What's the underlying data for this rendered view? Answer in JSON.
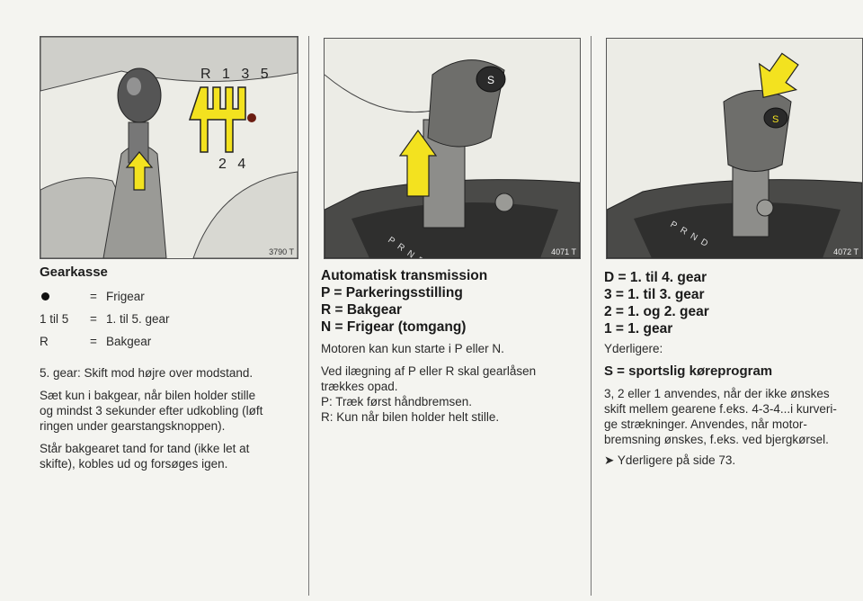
{
  "figures": {
    "fig1": {
      "gate_top": "R 1 3 5",
      "gate_bottom": "2 4",
      "code": "3790 T"
    },
    "fig2": {
      "gear_letters": "PRND",
      "selector_badge": "S",
      "code": "4071 T"
    },
    "fig3": {
      "gear_letters": "PRND",
      "selector_badge": "S",
      "code": "4072 T"
    }
  },
  "col1": {
    "title": "Gearkasse",
    "legend": [
      {
        "key": "",
        "eq": "=",
        "val": "Frigear"
      },
      {
        "key": "1 til 5",
        "eq": "=",
        "val": "1. til 5. gear"
      },
      {
        "key": "R",
        "eq": "=",
        "val": "Bakgear"
      }
    ],
    "p1": "5. gear: Skift mod højre over modstand.",
    "p2_l1": "Sæt kun i bakgear, når bilen holder stille",
    "p2_l2": "og mindst 3 sekunder efter udkobling (løft",
    "p2_l3": "ringen under gearstangsknoppen).",
    "p3_l1": "Står bakgearet tand for tand (ikke let at",
    "p3_l2": "skifte), kobles ud og forsøges igen."
  },
  "col2": {
    "title": "Automatisk transmission",
    "l1": "P  =  Parkeringsstilling",
    "l2": "R  =  Bakgear",
    "l3": "N  =  Frigear (tomgang)",
    "p1": "Motoren kan kun starte i P eller N.",
    "p2_l1": "Ved ilægning af P eller R skal gearlåsen",
    "p2_l2": "trækkes opad.",
    "p2_l3": "P:  Træk først håndbremsen.",
    "p2_l4": "R:  Kun når bilen holder helt stille."
  },
  "col3": {
    "l1": "D = 1. til 4. gear",
    "l2": "3 = 1. til 3. gear",
    "l3": "2 = 1. og 2. gear",
    "l4": "1 = 1. gear",
    "more": "Yderligere:",
    "s_title": "S = sportslig køreprogram",
    "p_l1": "3, 2 eller 1 anvendes, når der ikke ønskes",
    "p_l2": "skift mellem gearene f.eks. 4-3-4...i kurveri-",
    "p_l3": "ge strækninger. Anvendes, når motor-",
    "p_l4": "bremsning ønskes, f.eks. ved bjergkørsel.",
    "ref": "➤ Yderligere på side 73."
  },
  "colors": {
    "arrow": "#f3e21f",
    "text": "#2a2a2a"
  }
}
